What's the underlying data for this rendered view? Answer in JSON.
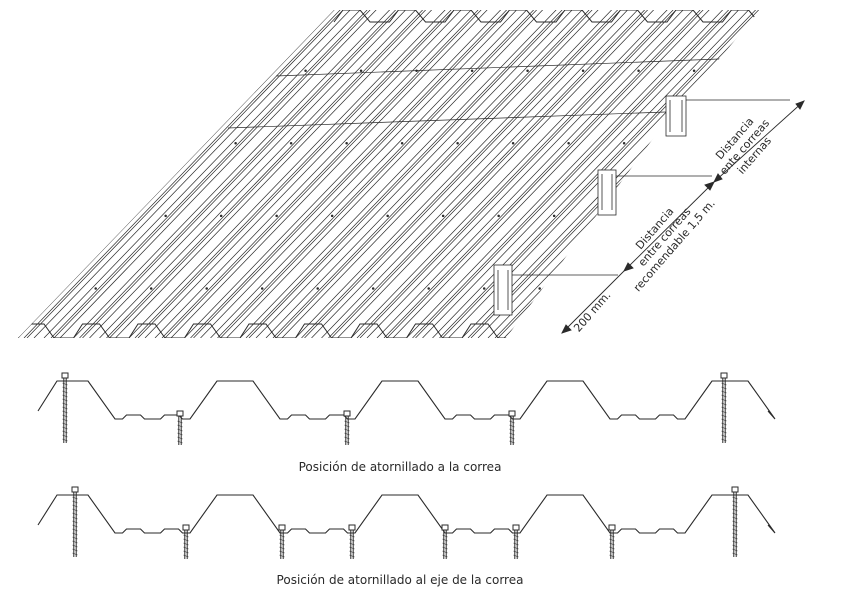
{
  "dimensions": {
    "internal_spacing": {
      "line1": "Distancia",
      "line2": "ente correas",
      "line3": "internas"
    },
    "recommended_spacing": {
      "line1": "Distancia",
      "line2": "entre correas",
      "line3": "recomendable 1,5 m."
    },
    "edge_distance": "200 mm."
  },
  "captions": {
    "screw_on_purlin": "Posición de atornillado a la correa",
    "screw_on_purlin_axis": "Posición de atornillado al eje de la correa"
  },
  "colors": {
    "line": "#2a2a2a",
    "background": "#ffffff"
  }
}
